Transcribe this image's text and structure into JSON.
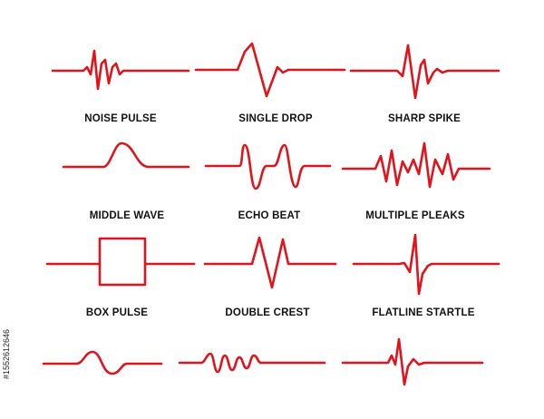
{
  "colors": {
    "wave": "#e0141c",
    "label": "#111111",
    "background": "#ffffff"
  },
  "labels": {
    "noise_pulse": "NOISE PULSE",
    "single_drop": "SINGLE DROP",
    "sharp_spike": "SHARP SPIKE",
    "middle_wave": "MIDDLE WAVE",
    "echo_beat": "ECHO BEAT",
    "multiple_pleaks": "MULTIPLE PLEAKS",
    "box_pulse": "BOX PULSE",
    "double_crest": "DOUBLE CREST",
    "flatline_startle": "FLATLINE STARTLE"
  },
  "stock_id": "#1552612646"
}
